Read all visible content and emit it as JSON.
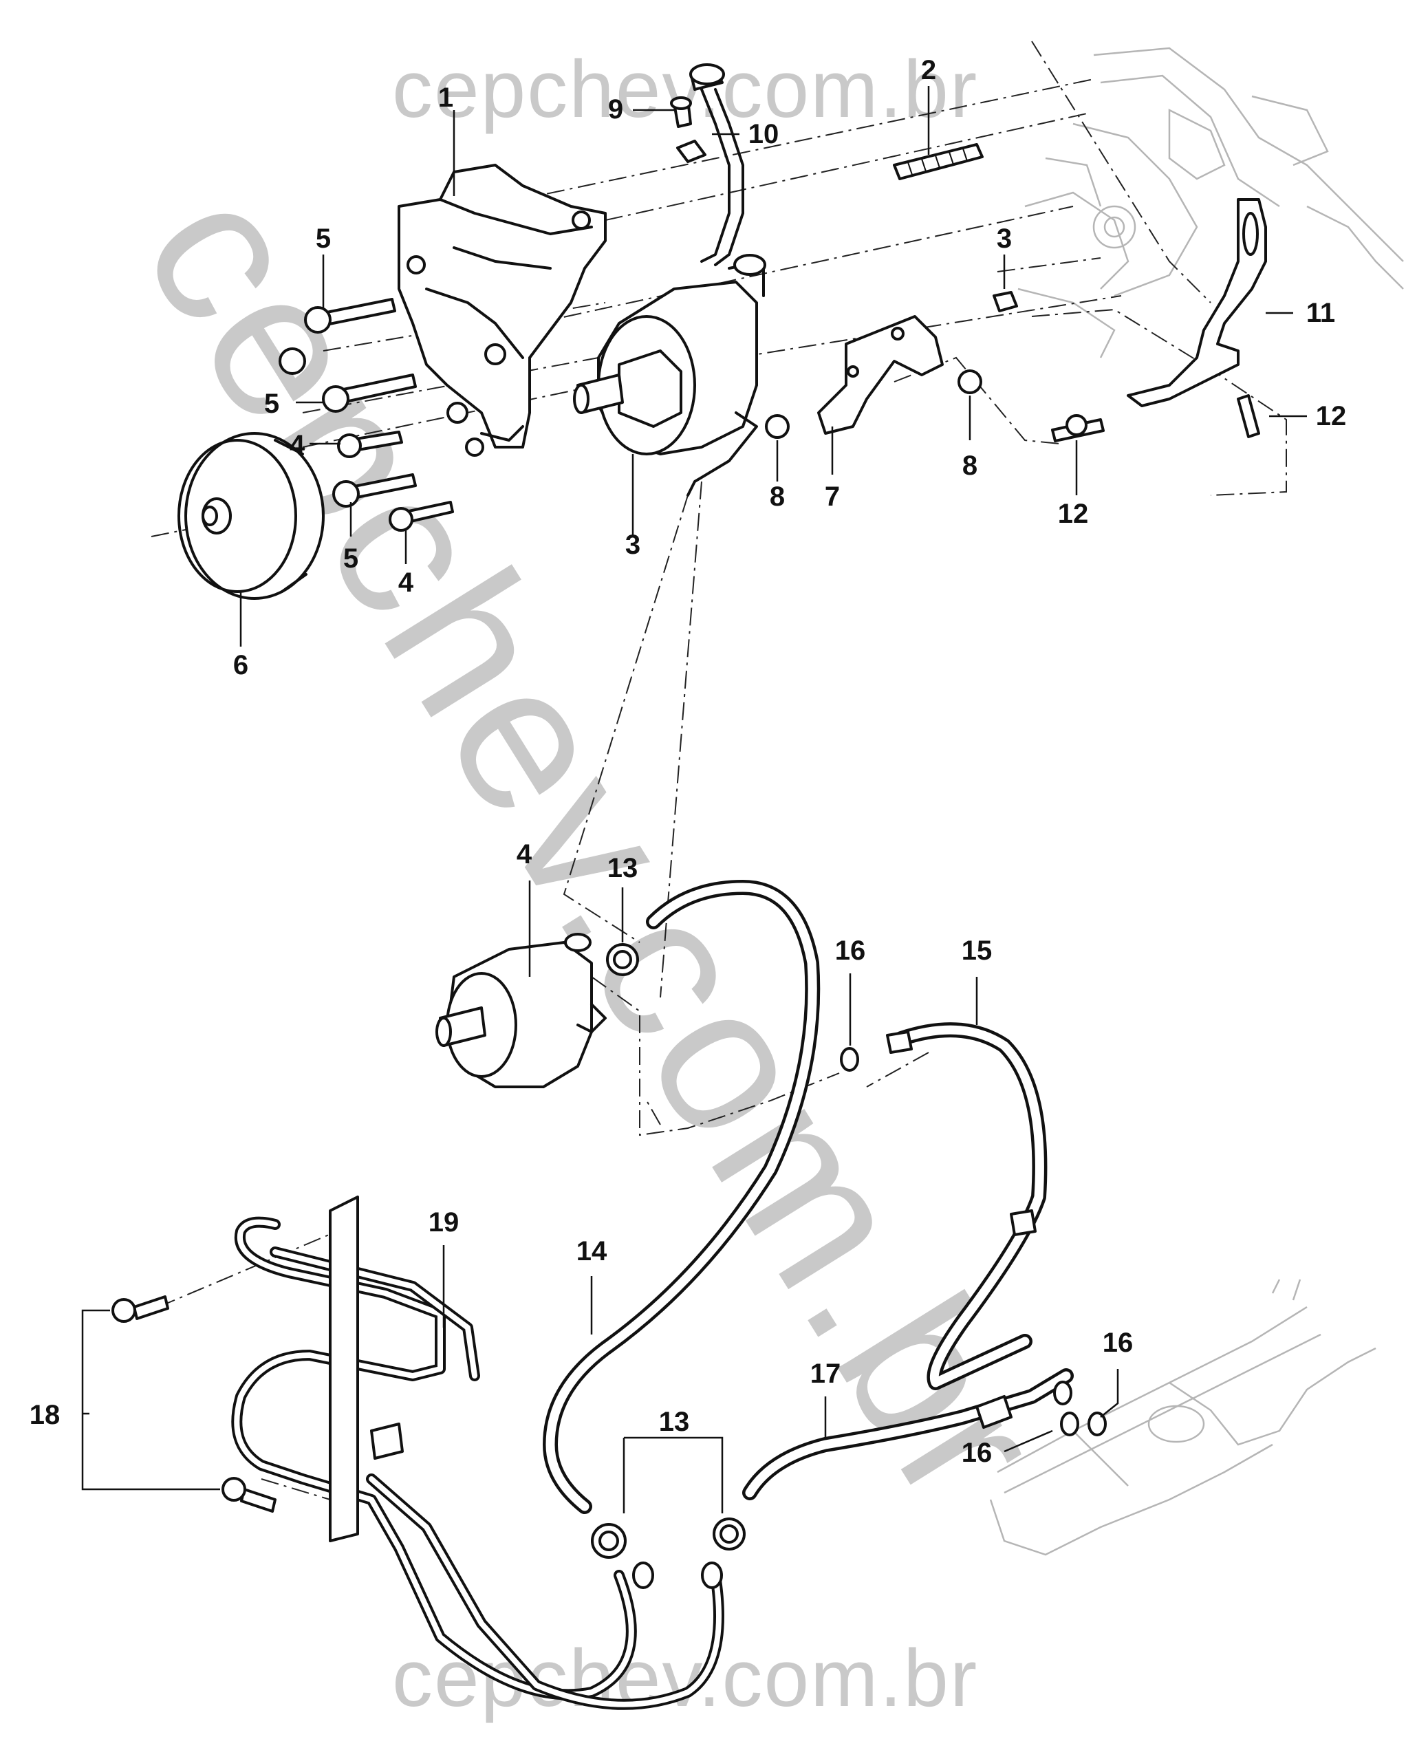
{
  "watermark": {
    "top": "cepchev.com.br",
    "diagonal": "cepchev.com.br",
    "bottom": "cepchev.com.br"
  },
  "callouts": [
    {
      "id": "c1",
      "label": "1"
    },
    {
      "id": "c2",
      "label": "2"
    },
    {
      "id": "c3a",
      "label": "3"
    },
    {
      "id": "c3b",
      "label": "3"
    },
    {
      "id": "c4a",
      "label": "4"
    },
    {
      "id": "c4b",
      "label": "4"
    },
    {
      "id": "c4c",
      "label": "4"
    },
    {
      "id": "c5a",
      "label": "5"
    },
    {
      "id": "c5b",
      "label": "5"
    },
    {
      "id": "c5c",
      "label": "5"
    },
    {
      "id": "c6",
      "label": "6"
    },
    {
      "id": "c7",
      "label": "7"
    },
    {
      "id": "c8a",
      "label": "8"
    },
    {
      "id": "c8b",
      "label": "8"
    },
    {
      "id": "c9",
      "label": "9"
    },
    {
      "id": "c10",
      "label": "10"
    },
    {
      "id": "c11",
      "label": "11"
    },
    {
      "id": "c12a",
      "label": "12"
    },
    {
      "id": "c12b",
      "label": "12"
    },
    {
      "id": "c13a",
      "label": "13"
    },
    {
      "id": "c13b",
      "label": "13"
    },
    {
      "id": "c14",
      "label": "14"
    },
    {
      "id": "c15",
      "label": "15"
    },
    {
      "id": "c16a",
      "label": "16"
    },
    {
      "id": "c16b",
      "label": "16"
    },
    {
      "id": "c16c",
      "label": "16"
    },
    {
      "id": "c17",
      "label": "17"
    },
    {
      "id": "c18",
      "label": "18"
    },
    {
      "id": "c19",
      "label": "19"
    }
  ]
}
